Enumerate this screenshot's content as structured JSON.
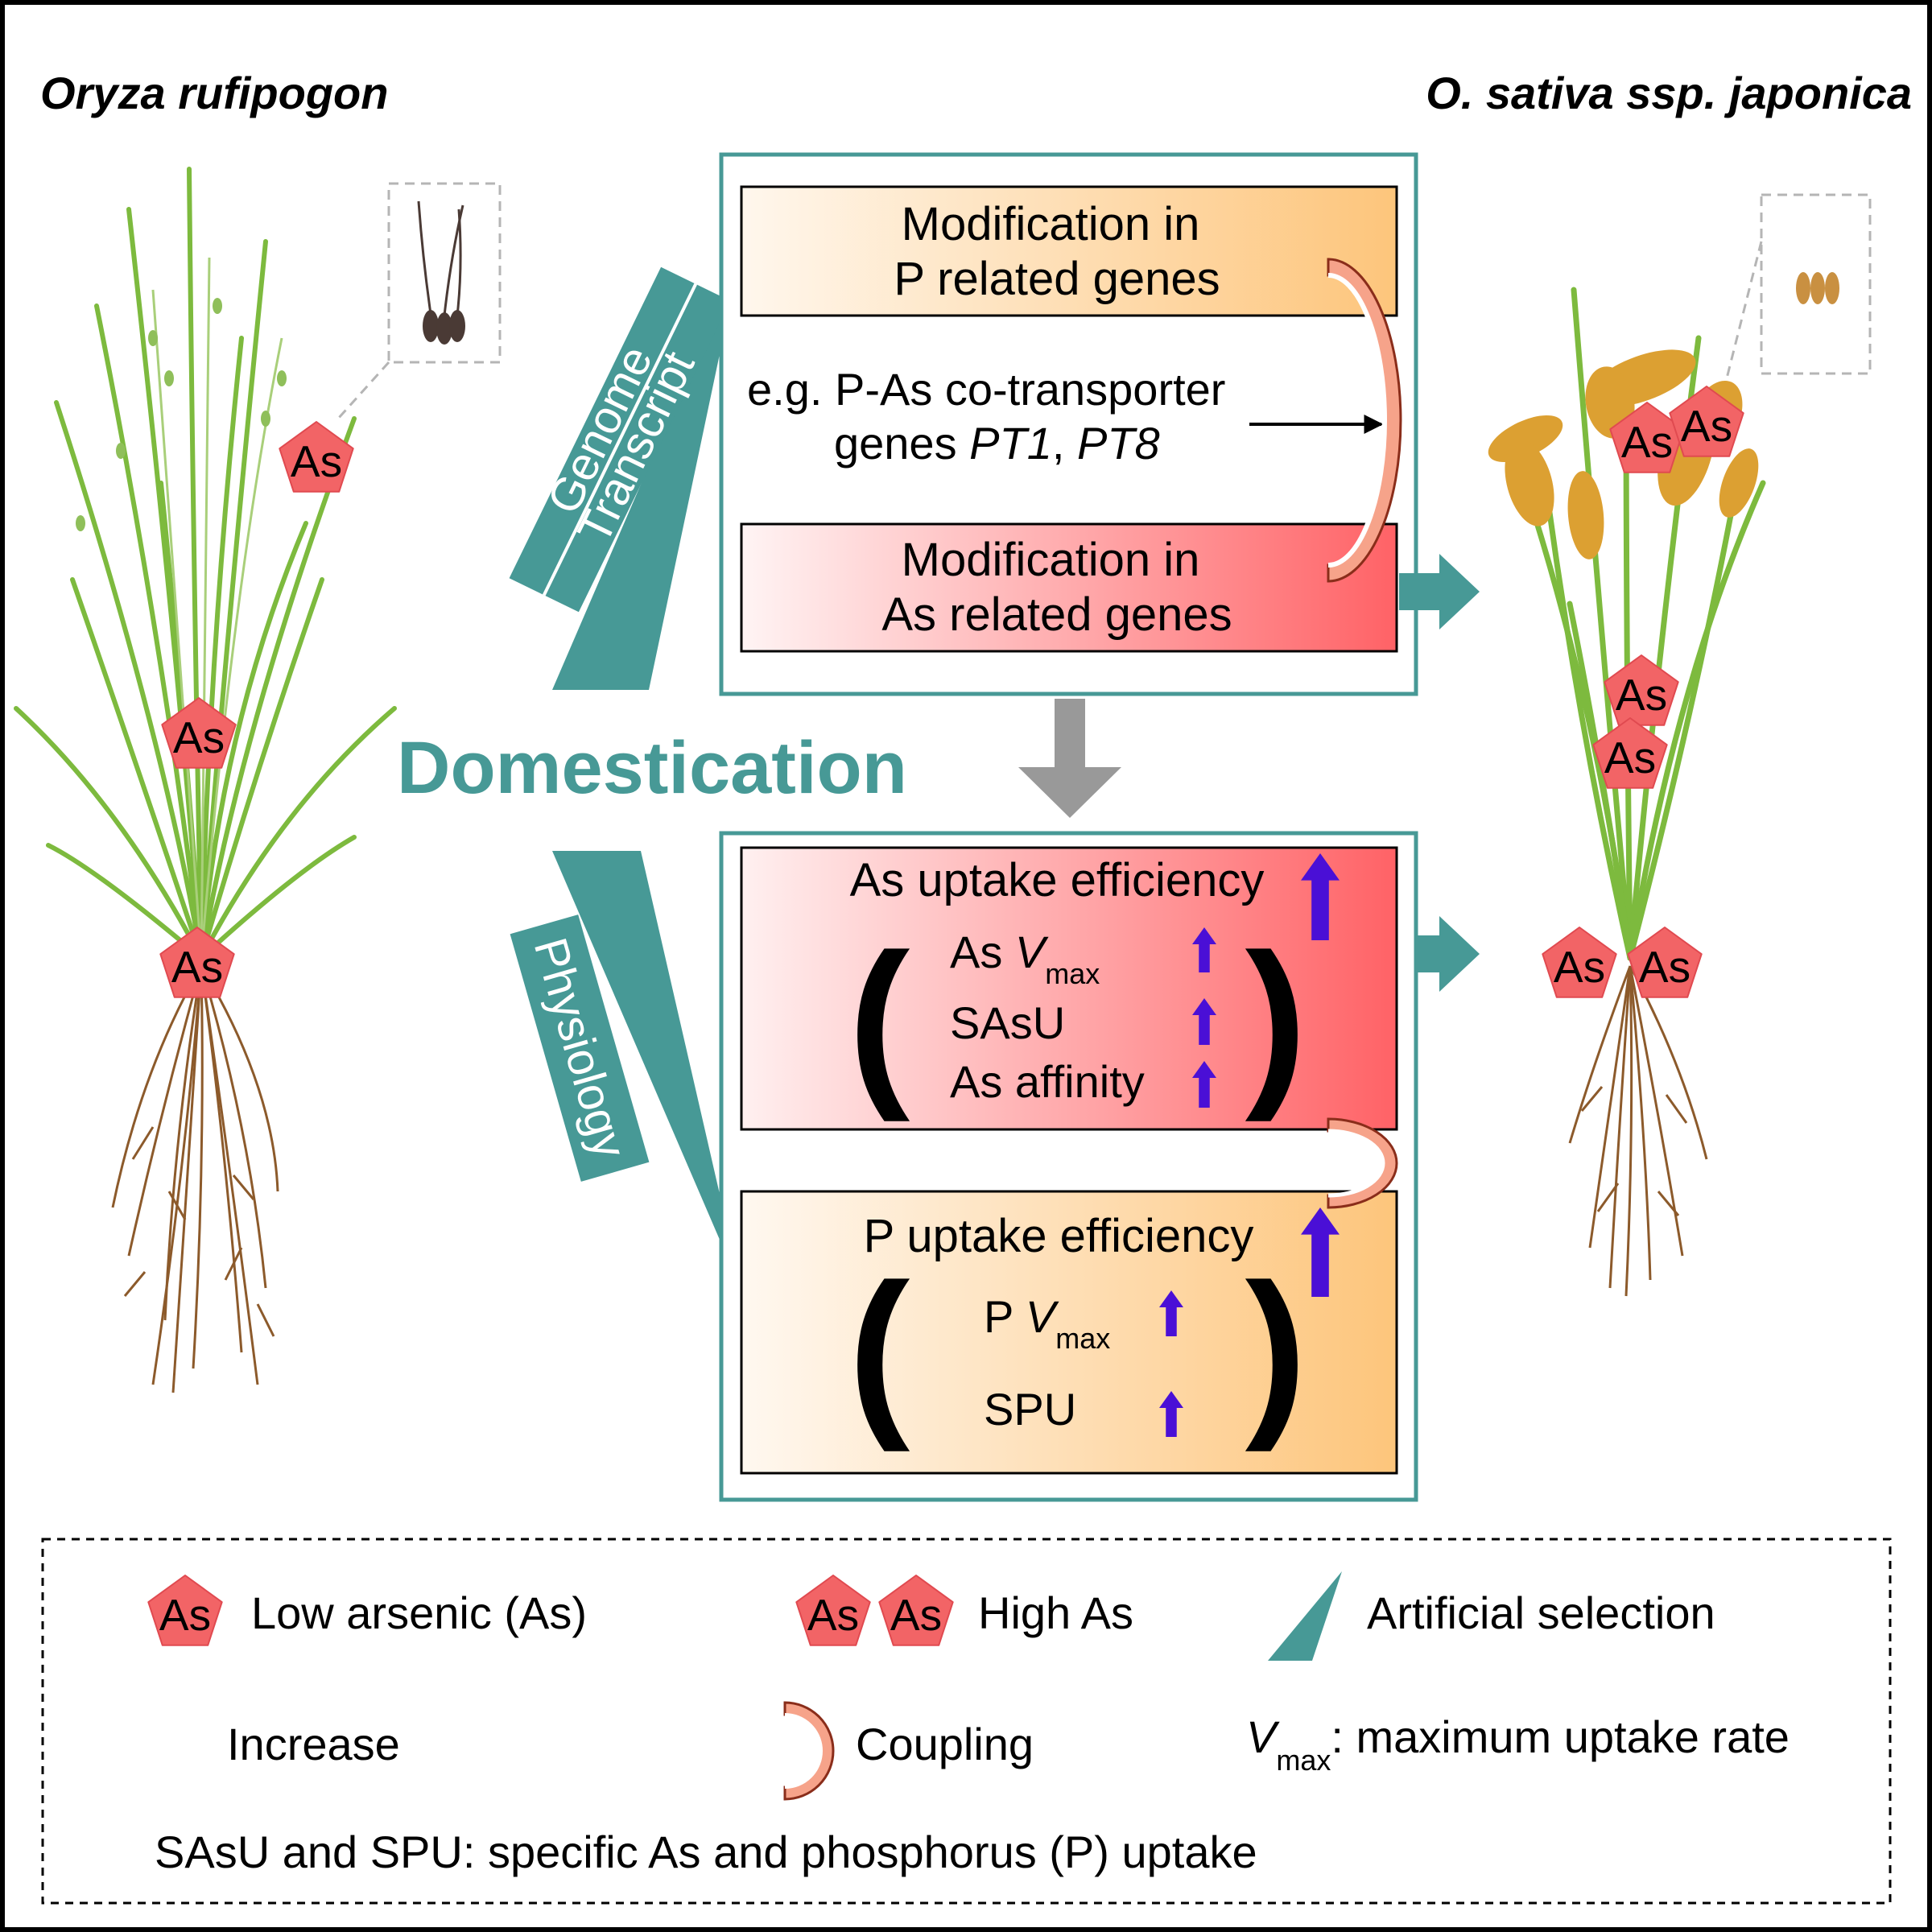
{
  "left_species": "Oryza rufipogon",
  "right_species": "O. sativa ssp. japonica",
  "center_label": "Domestication",
  "selection_upper": {
    "line1": "Genome",
    "line2": "Transcript"
  },
  "selection_lower": "Physiology",
  "as_badge": "As",
  "top_box": {
    "p_genes": {
      "line1": "Modification in",
      "line2": "P related genes"
    },
    "example": {
      "line1": "e.g. P-As co-transporter",
      "line2_prefix": "genes ",
      "gene1": "PT1",
      "sep": ", ",
      "gene2": "PT8"
    },
    "as_genes": {
      "line1": "Modification in",
      "line2": "As related genes"
    }
  },
  "bottom_box": {
    "as_uptake": {
      "title": "As uptake efficiency",
      "vmax_prefix": "As ",
      "v": "V",
      "vmax_sub": "max",
      "sasu": "SAsU",
      "affinity": "As affinity"
    },
    "p_uptake": {
      "title": "P uptake efficiency",
      "vmax_prefix": "P ",
      "v": "V",
      "vmax_sub": "max",
      "spu": "SPU"
    }
  },
  "legend": {
    "low_as": "Low arsenic (As)",
    "high_as": "High As",
    "artificial_selection": "Artificial selection",
    "increase": "Increase",
    "coupling": "Coupling",
    "vmax_v": "V",
    "vmax_sub": "max",
    "vmax_def": ": maximum uptake rate",
    "specific_def": "SAsU and SPU: specific As and phosphorus (P) uptake"
  },
  "colors": {
    "teal": "#479996",
    "as_red": "#f26466",
    "increase_purple": "#4a0fd6",
    "p_orange": "#fdc57b",
    "as_pink": "#ff6266",
    "grain_wild": "#4a3a35",
    "grain_dom": "#c99041",
    "panicle": "#dca032",
    "leaf_green": "#7dba3e",
    "root_brown": "#8c5a2b"
  }
}
